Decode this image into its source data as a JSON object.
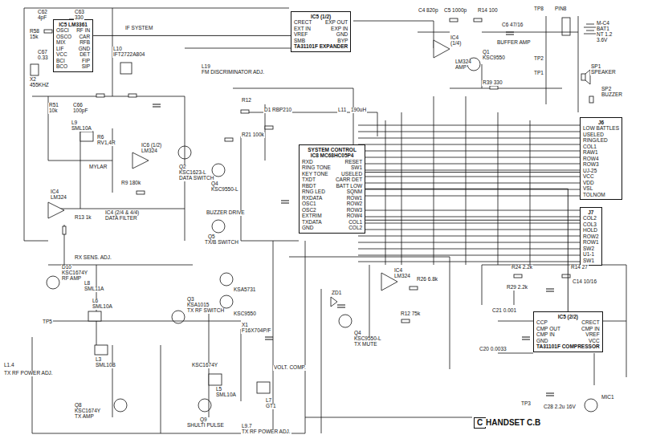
{
  "diagram": {
    "title": "HANDSET C.B",
    "nodes": [
      {
        "text": [
          "IC5 LM3361",
          "OSCI",
          "RF IN",
          "OSCO",
          "CAR",
          "MIX",
          "RFB",
          "LIF",
          "GND",
          "VCC",
          "DET",
          "BCI",
          "FIP",
          "BCO",
          "SIP"
        ]
      },
      {
        "text": [
          "IC5 (1/2)",
          "CRECT",
          "EXP OUT",
          "EXT IN",
          "EXP IN",
          "VREF",
          "GND",
          "SMB",
          "BYP",
          "TA31101F EXPANDER"
        ]
      },
      {
        "text": [
          "SYSTEM CONTROL",
          "IC8 MC68HC05P4",
          "RXD",
          "RESET",
          "RING TONE",
          "SW1",
          "KEY TONE",
          "USELED",
          "TXDT",
          "CARR DET",
          "RBDT",
          "BATT LOW",
          "RNG LED",
          "SQNM",
          "RXDATA",
          "ROW1",
          "OSC1",
          "ROW2",
          "OSC2",
          "ROW3",
          "EXTRIM",
          "ROW4",
          "TXDATA",
          "COL1",
          "GND",
          "COL2"
        ]
      },
      {
        "text": [
          "J6",
          "LOW BATTLES",
          "USELED",
          "RING/LED",
          "COL1",
          "RAW1",
          "ROW4",
          "ROW3",
          "UJ-25",
          "VCC",
          "VDD",
          "VSL",
          "TOLNOM"
        ]
      },
      {
        "text": [
          "J7",
          "COL2",
          "COL3",
          "HOLD",
          "ROW2",
          "ROW1",
          "SW2",
          "U1-1",
          "SW1"
        ]
      },
      {
        "text": [
          "IC5 (2/2)",
          "CCP",
          "CRECT",
          "CMP OUT",
          "CMP IN",
          "CMP IN",
          "VREF",
          "GND",
          "VCC",
          "TA31101F COMPRESSOR"
        ]
      },
      {
        "text": [
          "C"
        ]
      }
    ],
    "edges": [
      {
        "from": 0,
        "to": 1,
        "arrow": "none"
      },
      {
        "from": 2,
        "to": 3,
        "arrow": "none"
      },
      {
        "from": 2,
        "to": 4,
        "arrow": "none"
      },
      {
        "from": 2,
        "to": 5,
        "arrow": "none"
      }
    ],
    "labels": [
      "C62",
      "4pF",
      "C63",
      "330",
      "R58",
      "15k",
      "C67",
      "0.33",
      "X2",
      "455KHZ",
      "L10",
      "IFT2722A804",
      "IF SYSTEM",
      "L19",
      "FM DISCRIMINATOR ADJ.",
      "R51",
      "10k",
      "C66",
      "100pF",
      "L9",
      "SML10A",
      "R6",
      "RV1,4R",
      "MYLAR",
      "IC6 (1/2)",
      "LM324",
      "R9 180k",
      "Q2",
      "KSC1623-L",
      "DATA SWITCH",
      "IC4",
      "LM324",
      "R13 1k",
      "IC4 (2/4 & 4/4)",
      "DATA FILTER",
      "RX SENS. ADJ.",
      "D10",
      "KSC1674Y",
      "RF AMP",
      "L8",
      "SML11A",
      "L6",
      "SML10A",
      "Q3",
      "KSA1015",
      "TX RF SWITCH",
      "TP5",
      "L1.4",
      "TX RF POWER ADJ.",
      "L3",
      "SML10B",
      "Q8",
      "KSC1674Y",
      "TX AMP",
      "KSC1674Y",
      "L5",
      "SML10A",
      "Q9",
      "SHULTI PULSE",
      "X1",
      "F16X704P/F",
      "VOLT. COMP.",
      "L7",
      "GT1",
      "L9.7",
      "TX RF POWER ADJ.",
      "Q4",
      "KSC9550-L",
      "BUZZER DRIVE",
      "Q5",
      "TX/B SWITCH",
      "KSA5731",
      "KSC9550",
      "D1",
      "RBP210",
      "L11",
      "190uH",
      "R12",
      "R21 100k",
      "IC4",
      "LM324",
      "ZD1",
      "Q4",
      "KSC9550-L",
      "TX MUTE",
      "R26 6.8k",
      "R12 75k",
      "C4 820p",
      "C5 1000p",
      "R14 100",
      "IC4",
      "(1/4)",
      "LM324",
      "AMP",
      "Q1",
      "KSC9550",
      "BUFFER AMP",
      "C6 47/16",
      "R39 330",
      "TP8",
      "PIN8",
      "M-C4",
      "BAT1",
      "NT 1.2",
      "3.6V",
      "TP2",
      "TP1",
      "SP1",
      "SPEAKER",
      "SP2",
      "BUZZER",
      "R24 2.2k",
      "R14 27",
      "C14 10/16",
      "R29 2.2k",
      "C21 0.001",
      "C20 0.0033",
      "C28 2.2u 16V",
      "TP3",
      "MIC1"
    ]
  }
}
